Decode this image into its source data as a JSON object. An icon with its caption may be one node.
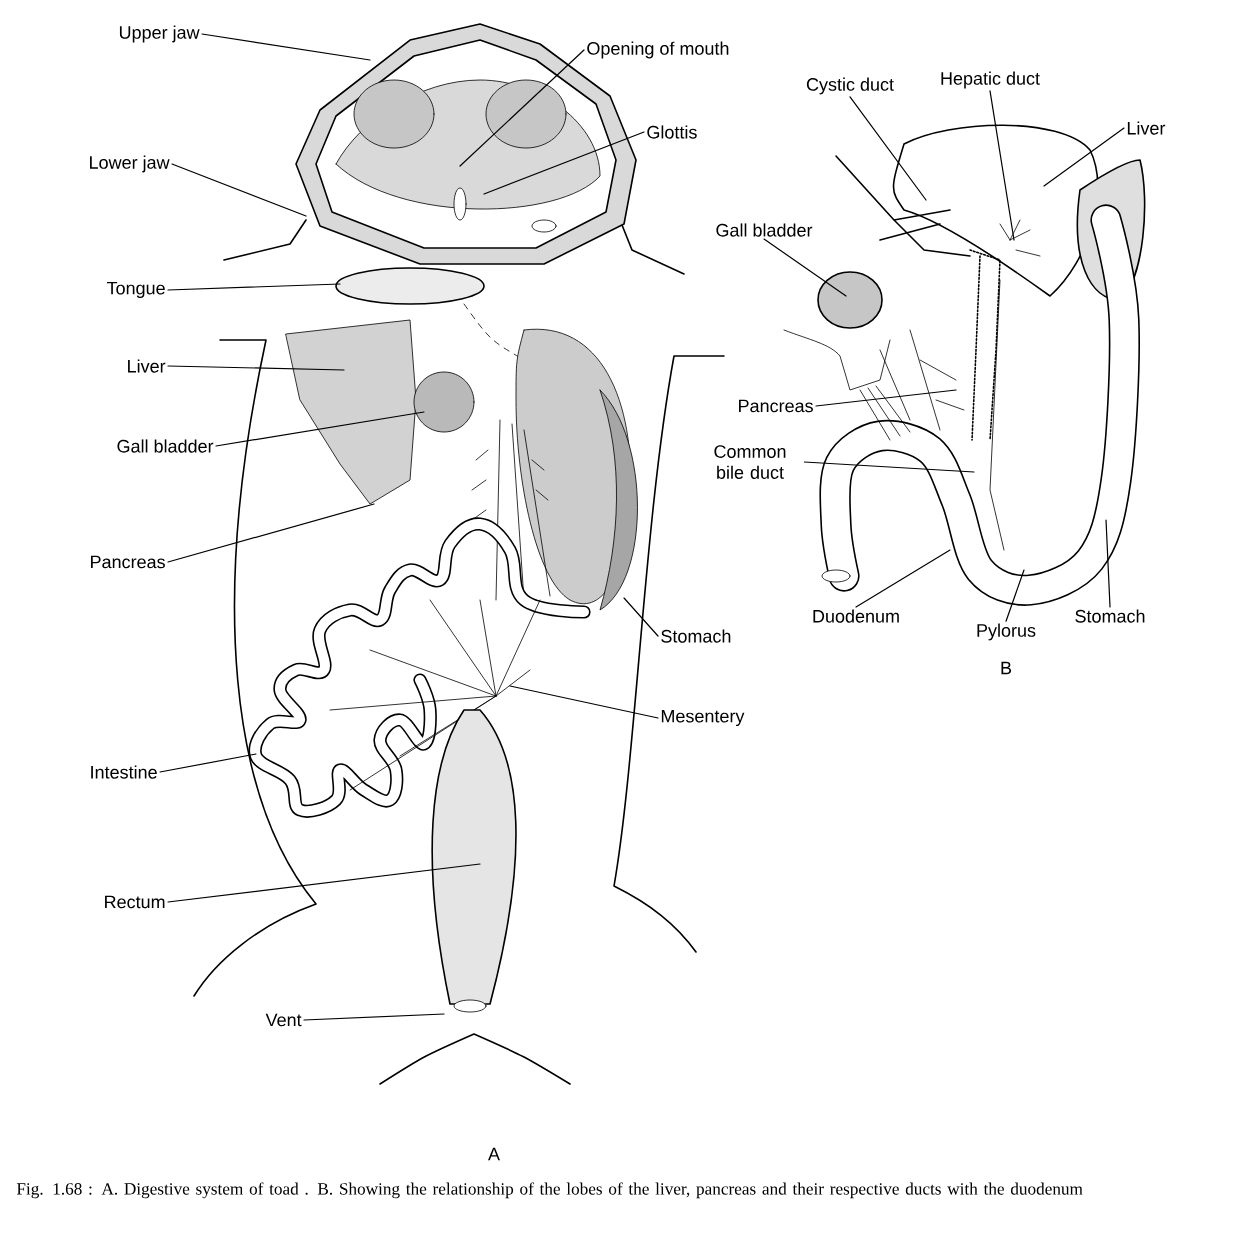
{
  "diagram": {
    "caption": "Fig. 1.68 : A. Digestive system of toad . B. Showing the relationship of the lobes of the liver, pancreas and their respective ducts with the duodenum",
    "nodes": [
      {
        "text": [
          "Upper jaw"
        ]
      },
      {
        "text": [
          "Opening of mouth"
        ]
      },
      {
        "text": [
          "Glottis"
        ]
      },
      {
        "text": [
          "Lower jaw"
        ]
      },
      {
        "text": [
          "Tongue"
        ]
      },
      {
        "text": [
          "Liver"
        ]
      },
      {
        "text": [
          "Gall bladder"
        ]
      },
      {
        "text": [
          "Pancreas"
        ]
      },
      {
        "text": [
          "Stomach"
        ]
      },
      {
        "text": [
          "Mesentery"
        ]
      },
      {
        "text": [
          "Intestine"
        ]
      },
      {
        "text": [
          "Rectum"
        ]
      },
      {
        "text": [
          "Vent"
        ]
      },
      {
        "text": [
          "Cystic duct"
        ]
      },
      {
        "text": [
          "Hepatic duct"
        ]
      },
      {
        "text": [
          "Liver"
        ]
      },
      {
        "text": [
          "Gall bladder"
        ]
      },
      {
        "text": [
          "Pancreas"
        ]
      },
      {
        "text": [
          "Common bile duct"
        ]
      },
      {
        "text": [
          "Duodenum"
        ]
      },
      {
        "text": [
          "Pylorus"
        ]
      },
      {
        "text": [
          "Stomach"
        ]
      }
    ],
    "edges": [
      {
        "from": 0,
        "to": null,
        "arrow": "none"
      },
      {
        "from": 1,
        "to": null,
        "arrow": "none"
      },
      {
        "from": 2,
        "to": null,
        "arrow": "none"
      },
      {
        "from": 3,
        "to": null,
        "arrow": "none"
      },
      {
        "from": 4,
        "to": null,
        "arrow": "none"
      },
      {
        "from": 5,
        "to": null,
        "arrow": "none"
      },
      {
        "from": 6,
        "to": null,
        "arrow": "none"
      },
      {
        "from": 7,
        "to": null,
        "arrow": "none"
      },
      {
        "from": 8,
        "to": null,
        "arrow": "none"
      },
      {
        "from": 9,
        "to": null,
        "arrow": "none"
      },
      {
        "from": 10,
        "to": null,
        "arrow": "none"
      },
      {
        "from": 11,
        "to": null,
        "arrow": "none"
      },
      {
        "from": 12,
        "to": null,
        "arrow": "none"
      },
      {
        "from": 13,
        "to": null,
        "arrow": "none"
      },
      {
        "from": 14,
        "to": null,
        "arrow": "none"
      },
      {
        "from": 15,
        "to": null,
        "arrow": "none"
      },
      {
        "from": 16,
        "to": null,
        "arrow": "none"
      },
      {
        "from": 17,
        "to": null,
        "arrow": "none"
      },
      {
        "from": 18,
        "to": null,
        "arrow": "none"
      },
      {
        "from": 19,
        "to": null,
        "arrow": "none"
      },
      {
        "from": 20,
        "to": null,
        "arrow": "none"
      },
      {
        "from": 21,
        "to": null,
        "arrow": "none"
      }
    ],
    "labels": [
      "B",
      "A"
    ]
  }
}
